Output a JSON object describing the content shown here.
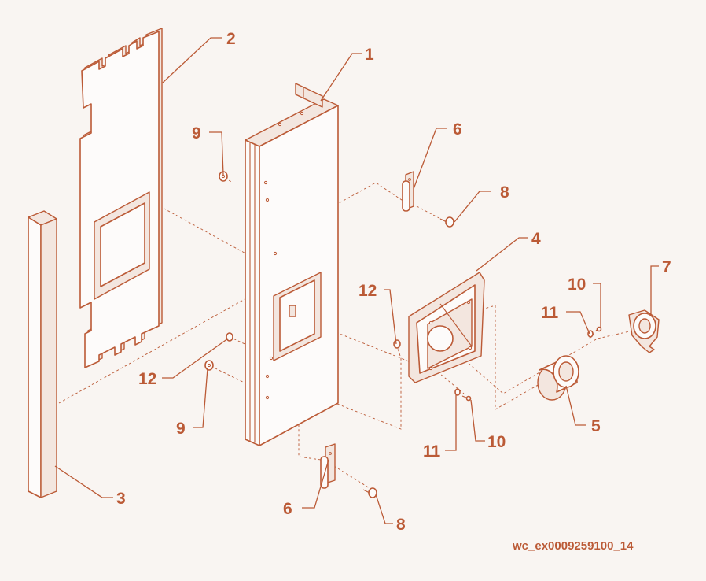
{
  "labels": {
    "l1": "1",
    "l2": "2",
    "l3": "3",
    "l4": "4",
    "l5": "5",
    "l6a": "6",
    "l6b": "6",
    "l7": "7",
    "l8a": "8",
    "l8b": "8",
    "l9a": "9",
    "l9b": "9",
    "l10a": "10",
    "l10b": "10",
    "l11a": "11",
    "l11b": "11",
    "l12a": "12",
    "l12b": "12"
  },
  "reference_code": "wc_ex0009259100_14",
  "colors": {
    "line": "#bb5a36",
    "background": "#f9f5f2"
  }
}
